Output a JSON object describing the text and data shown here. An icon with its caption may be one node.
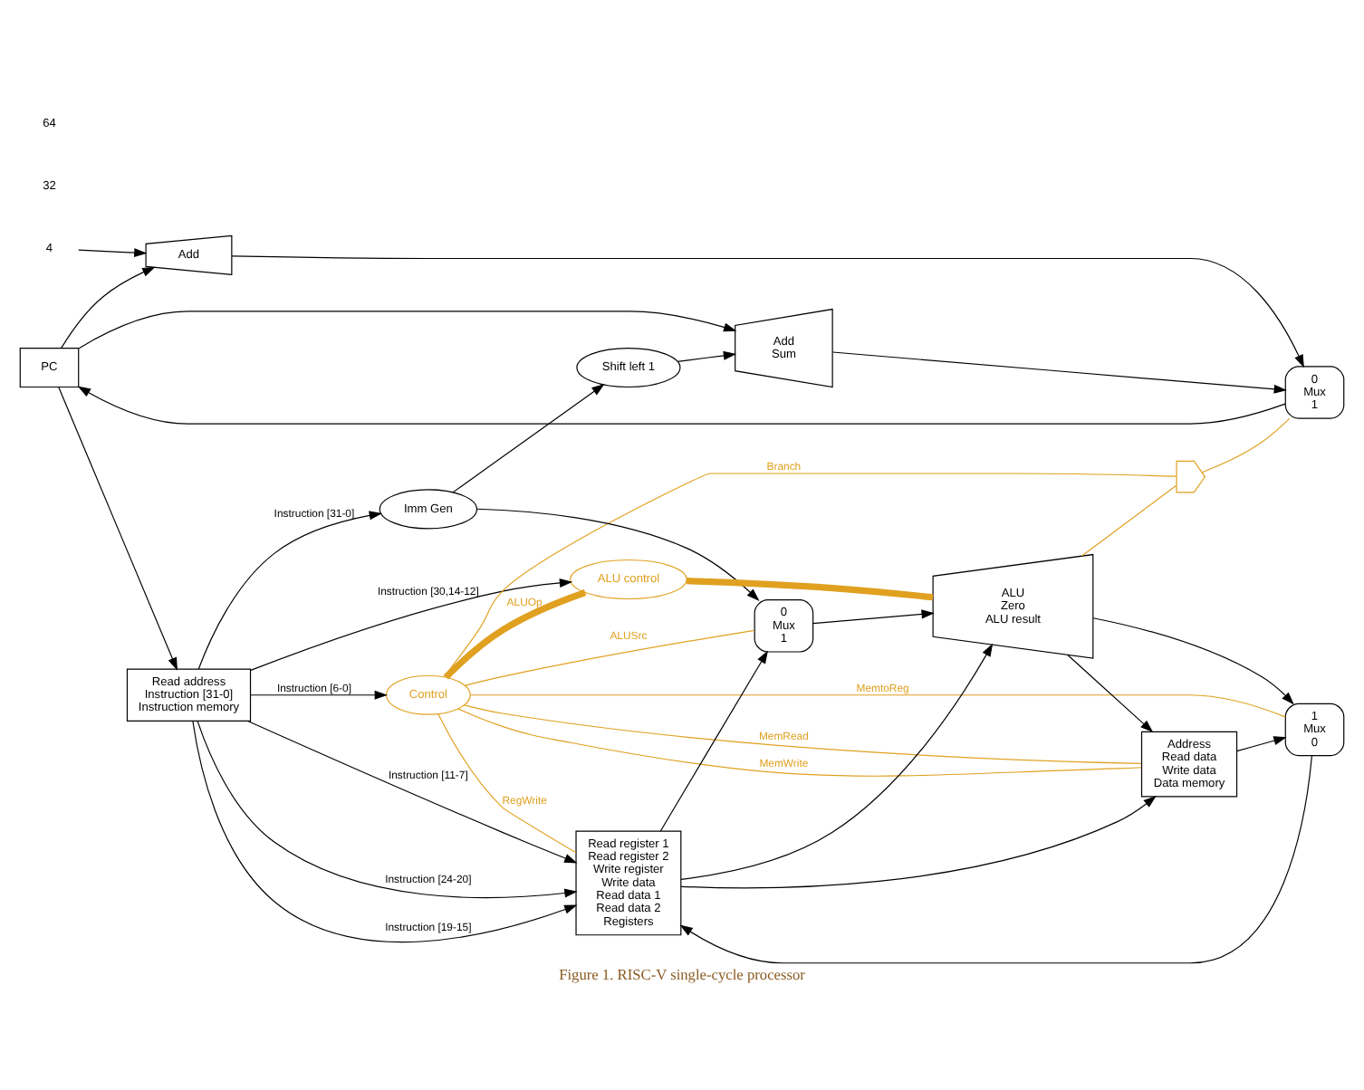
{
  "diagram": {
    "caption": "Figure 1. RISC-V single-cycle processor",
    "nodes": [
      {
        "text": [
          "PC"
        ]
      },
      {
        "text": [
          "Read address",
          "Instruction [31-0]",
          "Instruction memory"
        ]
      },
      {
        "text": [
          "Add"
        ]
      },
      {
        "text": [
          "4"
        ]
      },
      {
        "text": [
          "Control"
        ]
      },
      {
        "text": [
          "Read register 1",
          "Read register 2",
          "Write register",
          "Write data",
          "Read data 1",
          "Read data 2",
          "Registers"
        ]
      },
      {
        "text": [
          "Imm Gen"
        ]
      },
      {
        "text": [
          "Shift left 1"
        ]
      },
      {
        "text": [
          "Add",
          "Sum"
        ]
      },
      {
        "text": [
          "0",
          "Mux",
          "1"
        ]
      },
      {
        "text": [],
        "shape": "gate"
      },
      {
        "text": [
          "0",
          "Mux",
          "1"
        ]
      },
      {
        "text": [
          "ALU",
          "Zero",
          "ALU result"
        ]
      },
      {
        "text": [
          "ALU control"
        ]
      },
      {
        "text": [
          "Address",
          "Read data",
          "Write data",
          "Data memory"
        ]
      },
      {
        "text": [
          "1",
          "Mux",
          "0"
        ]
      }
    ],
    "edges": [
      {
        "from": 0,
        "to": 1,
        "arrow": "to"
      },
      {
        "from": 0,
        "to": 2,
        "arrow": "to"
      },
      {
        "from": 0,
        "to": 8,
        "arrow": "to"
      },
      {
        "from": 3,
        "to": 2,
        "arrow": "to"
      },
      {
        "from": 2,
        "to": 9,
        "arrow": "to"
      },
      {
        "from": 8,
        "to": 9,
        "arrow": "to"
      },
      {
        "from": 9,
        "to": 0,
        "arrow": "to"
      },
      {
        "from": 1,
        "to": 4,
        "arrow": "to",
        "label": "Instruction [6-0]"
      },
      {
        "from": 1,
        "to": 5,
        "arrow": "to",
        "label": "Instruction [19-15]"
      },
      {
        "from": 1,
        "to": 5,
        "arrow": "to",
        "label": "Instruction [24-20]"
      },
      {
        "from": 1,
        "to": 5,
        "arrow": "to",
        "label": "Instruction [11-7]"
      },
      {
        "from": 1,
        "to": 6,
        "arrow": "to",
        "label": "Instruction [31-0]"
      },
      {
        "from": 1,
        "to": 13,
        "arrow": "to",
        "label": "Instruction [30,14-12]"
      },
      {
        "from": 6,
        "to": 7,
        "arrow": "to"
      },
      {
        "from": 6,
        "to": 11,
        "arrow": "to"
      },
      {
        "from": 7,
        "to": 8,
        "arrow": "to"
      },
      {
        "from": 5,
        "to": 12,
        "arrow": "to"
      },
      {
        "from": 5,
        "to": 11,
        "arrow": "to"
      },
      {
        "from": 5,
        "to": 14,
        "arrow": "to"
      },
      {
        "from": 11,
        "to": 12,
        "arrow": "to"
      },
      {
        "from": 12,
        "to": 14,
        "arrow": "to"
      },
      {
        "from": 12,
        "to": 15,
        "arrow": "to"
      },
      {
        "from": 14,
        "to": 15,
        "arrow": "to"
      },
      {
        "from": 15,
        "to": 5,
        "arrow": "to"
      },
      {
        "from": 4,
        "to": 10,
        "arrow": "none",
        "label": "Branch",
        "color": "#e0a020"
      },
      {
        "from": 4,
        "to": 14,
        "arrow": "none",
        "label": "MemRead",
        "color": "#e0a020"
      },
      {
        "from": 4,
        "to": 15,
        "arrow": "none",
        "label": "MemtoReg",
        "color": "#e0a020"
      },
      {
        "from": 4,
        "to": 13,
        "arrow": "none",
        "label": "ALUOp",
        "style": "thick",
        "color": "#e0a020"
      },
      {
        "from": 4,
        "to": 14,
        "arrow": "none",
        "label": "MemWrite",
        "color": "#e0a020"
      },
      {
        "from": 4,
        "to": 11,
        "arrow": "none",
        "label": "ALUSrc",
        "color": "#e0a020"
      },
      {
        "from": 4,
        "to": 5,
        "arrow": "none",
        "label": "RegWrite",
        "color": "#e0a020"
      },
      {
        "from": 12,
        "to": 10,
        "arrow": "none",
        "color": "#e0a020"
      },
      {
        "from": 10,
        "to": 9,
        "arrow": "none",
        "color": "#e0a020"
      },
      {
        "from": 13,
        "to": 12,
        "arrow": "none",
        "style": "thick",
        "color": "#e0a020"
      }
    ],
    "labels": [
      "32",
      "64"
    ]
  }
}
